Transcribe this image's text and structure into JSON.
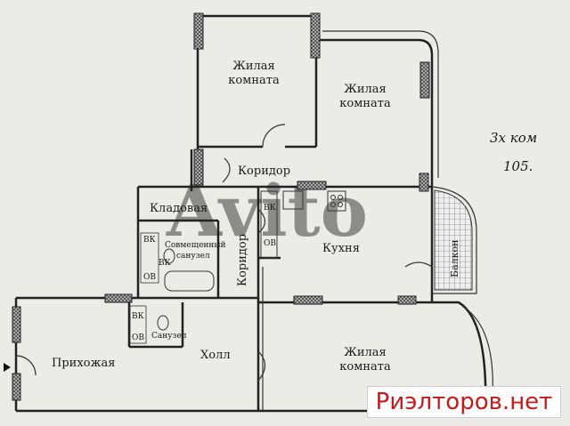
{
  "rooms": {
    "living1_line1": "Жилая",
    "living1_line2": "комната",
    "living2_line1": "Жилая",
    "living2_line2": "комната",
    "corridor_top": "Коридор",
    "pantry": "Кладовая",
    "kitchen": "Кухня",
    "balcony": "Балкон",
    "corridor_vertical": "Коридор",
    "bathroom_line1": "Совмещенный",
    "bathroom_line2": "санузел",
    "wc": "Санузел",
    "hall": "Холл",
    "entry": "Прихожая",
    "living3_line1": "Жилая",
    "living3_line2": "комната"
  },
  "fixtures": {
    "vk1": "ВК",
    "ov1": "ОВ",
    "vk2": "ВК",
    "ov2": "ОВ",
    "vk3": "ВК",
    "ov3": "ОВ",
    "vk4": "ВК"
  },
  "notes": {
    "rooms_count": "3х ком",
    "area": "105."
  },
  "watermark": "Avito",
  "brand": "Риэлторов.нет"
}
